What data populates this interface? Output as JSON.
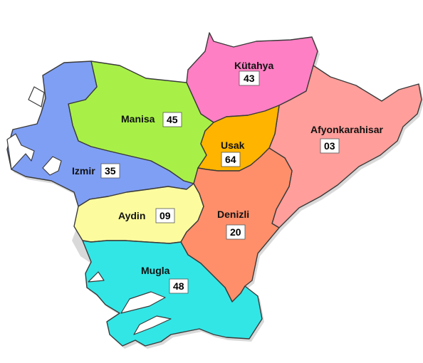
{
  "provinces": [
    {
      "id": "kutahya",
      "name": "Kütahya",
      "code": "43",
      "color": "#ff7fc4"
    },
    {
      "id": "manisa",
      "name": "Manisa",
      "code": "45",
      "color": "#a8f048"
    },
    {
      "id": "izmir",
      "name": "Izmir",
      "code": "35",
      "color": "#7f9ff5"
    },
    {
      "id": "usak",
      "name": "Usak",
      "code": "64",
      "color": "#ffb400"
    },
    {
      "id": "afyon",
      "name": "Afyonkarahisar",
      "code": "03",
      "color": "#ff9e9a"
    },
    {
      "id": "aydin",
      "name": "Aydin",
      "code": "09",
      "color": "#fcfc9f"
    },
    {
      "id": "denizli",
      "name": "Denizli",
      "code": "20",
      "color": "#ff8f6a"
    },
    {
      "id": "mugla",
      "name": "Mugla",
      "code": "48",
      "color": "#32e6e6"
    }
  ]
}
